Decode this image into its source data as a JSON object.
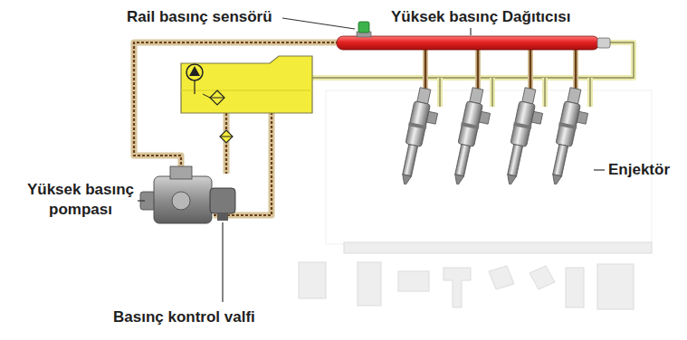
{
  "diagram": {
    "labels": [
      "Rail basınç sensörü",
      "Yüksek basınç Dağıtıcısı",
      "Enjektör",
      "Yüksek basınç pompası",
      "Basınç kontrol valfi"
    ]
  }
}
